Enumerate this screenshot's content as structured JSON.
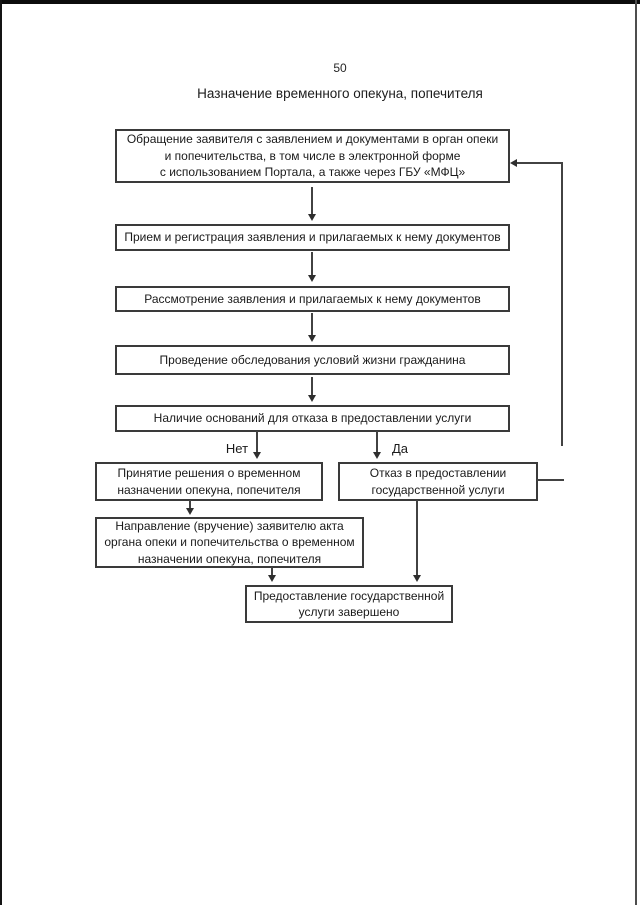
{
  "page": {
    "number": "50",
    "title": "Назначение временного опекуна, попечителя"
  },
  "flowchart": {
    "nodes": {
      "apply": {
        "text": "Обращение заявителя с заявлением и документами в  орган опеки\nи попечительства, в том числе в электронной форме\nс использованием Портала, а также через ГБУ «МФЦ»"
      },
      "reception": {
        "text": "Прием и регистрация заявления и прилагаемых к нему документов"
      },
      "consideration": {
        "text": "Рассмотрение заявления и прилагаемых к нему документов"
      },
      "inspection": {
        "text": "Проведение обследования условий жизни гражданина"
      },
      "grounds": {
        "text": "Наличие оснований для отказа в предоставлении услуги"
      },
      "decision": {
        "text": "Принятие решения о временном\nназначении опекуна, попечителя"
      },
      "refusal": {
        "text": "Отказ в предоставлении\nгосударственной услуги"
      },
      "act": {
        "text": "Направление (вручение) заявителю акта\nоргана опеки и попечительства о временном\nназначении опекуна, попечителя"
      },
      "final": {
        "text": "Предоставление государственной\nуслуги завершено"
      }
    },
    "branch_labels": {
      "no": "Нет",
      "yes": "Да"
    }
  }
}
